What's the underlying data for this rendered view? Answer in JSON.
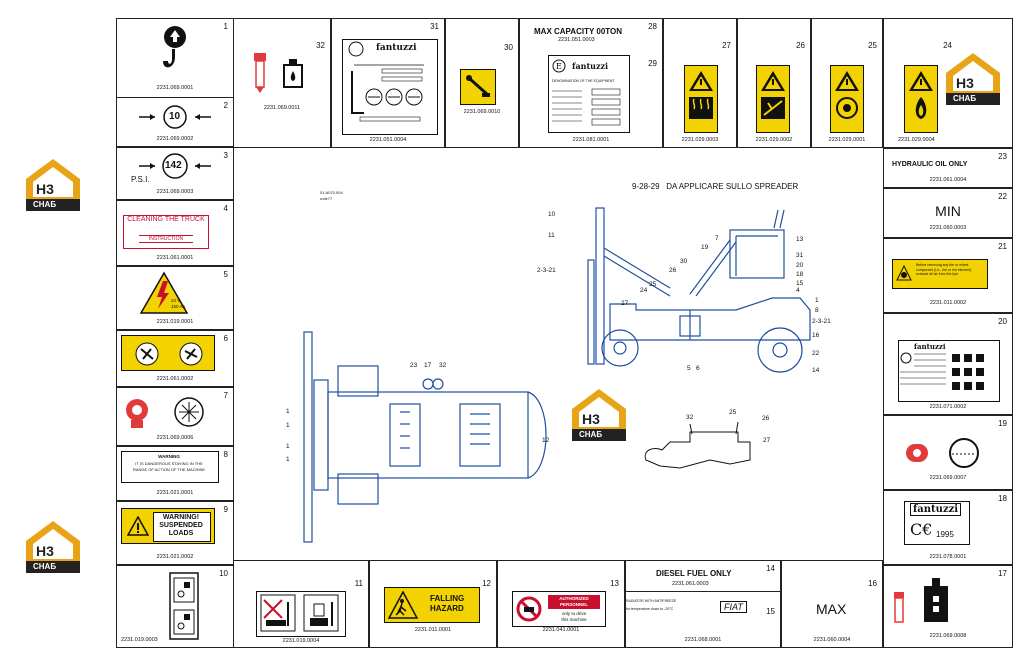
{
  "colors": {
    "accent_yellow": "#f2d200",
    "drawing_blue": "#1f4fa0",
    "logo_gold": "#e8a317",
    "logo_dark": "#222222",
    "warn_red": "#c8102e"
  },
  "brand": {
    "fantuzzi": "fantuzzi",
    "logo_top": "H3",
    "logo_bottom": "СНАБ",
    "ce_year": "1995"
  },
  "left": [
    {
      "num": "1",
      "code": "2231.069.0001",
      "icon": "hook-icon"
    },
    {
      "num": "2",
      "code": "2231.069.0002",
      "gauge": "10"
    },
    {
      "num": "3",
      "code": "2231.069.0003",
      "gauge": "142",
      "unit": "P.S.I."
    },
    {
      "num": "4",
      "code": "2231.061.0001",
      "title": "CLEANING THE TRUCK",
      "sub": "INSTRUCTION"
    },
    {
      "num": "5",
      "code": "2231.019.0001",
      "v1": "24 V.",
      "v2": "150 Ah."
    },
    {
      "num": "6",
      "code": "2231.061.0002"
    },
    {
      "num": "7",
      "code": "2231.069.0006"
    },
    {
      "num": "8",
      "code": "2231.021.0001",
      "l1": "WARNING",
      "l2": "IT IS DANGEROUS STAYING IN THE",
      "l3": "RANGE OF ACTION OF THE MACHINE"
    },
    {
      "num": "9",
      "code": "2231.021.0002",
      "l1": "WARNING!",
      "l2": "SUSPENDED",
      "l3": "LOADS"
    },
    {
      "num": "10",
      "code": "2231.019.0003"
    }
  ],
  "top": [
    {
      "num": "32",
      "code": "2231.069.0011"
    },
    {
      "num": "31",
      "code": "2231.051.0004"
    },
    {
      "num": "30",
      "code": "2231.069.0010"
    },
    {
      "num": "28",
      "num2": "29",
      "title": "MAX CAPACITY 00TON",
      "code_top": "2231.051.0003",
      "code": "2231.081.0001",
      "t1": "DENOMINATION OF THE EQUIPMENT"
    },
    {
      "num": "27",
      "code": "2231.029.0003"
    },
    {
      "num": "26",
      "code": "2231.029.0002"
    },
    {
      "num": "25",
      "code": "2231.029.0001"
    },
    {
      "num": "24",
      "code": "2231.029.0004"
    }
  ],
  "right": [
    {
      "num": "23",
      "title": "HYDRAULIC OIL ONLY",
      "code": "2231.061.0004"
    },
    {
      "num": "22",
      "title": "MIN",
      "code": "2231.060.0003"
    },
    {
      "num": "21",
      "code": "2231.011.0002",
      "txt": "Before removing any tire or wheel component (i.e., rim or rim element) exhaust all air from the tyre"
    },
    {
      "num": "20",
      "code": "2231.071.0002"
    },
    {
      "num": "19",
      "code": "2231.069.0007"
    },
    {
      "num": "18",
      "code": "2231.078.0001"
    },
    {
      "num": "17",
      "code": "2231.069.0008"
    }
  ],
  "bottom": [
    {
      "num": "11",
      "code": "2231.019.0004"
    },
    {
      "num": "12",
      "code": "2231.011.0001",
      "l1": "FALLING",
      "l2": "HAZARD"
    },
    {
      "num": "13",
      "code": "2231.041.0001",
      "l1": "AUTHORIZED",
      "l2": "PERSONNEL",
      "l3": "only to drive",
      "l4": "this machine"
    },
    {
      "num": "14",
      "num2": "15",
      "title": "DIESEL FUEL ONLY",
      "code_top": "2231.061.0003",
      "code": "2231.068.0001",
      "t1": "RADIATOR WITH ANTIFREEZE",
      "t2": "for temperature down to -20°C",
      "fiat": "FIAT"
    },
    {
      "num": "16",
      "title": "MAX",
      "code": "2231.060.0004"
    }
  ],
  "center": {
    "header": "9-28-29   DA APPLICARE SULLO SPREADER",
    "small1": "01.A070.004",
    "small2": "note77",
    "callouts_side": [
      "10",
      "11",
      "2-3-21",
      "7",
      "19",
      "30",
      "13",
      "31",
      "20",
      "18",
      "15",
      "4",
      "26",
      "24",
      "25",
      "27",
      "1",
      "8",
      "2-3-21",
      "16",
      "22",
      "5",
      "6",
      "14"
    ],
    "callouts_top": [
      "23",
      "17",
      "32",
      "1",
      "1",
      "1",
      "1",
      "12"
    ],
    "callouts_engine": [
      "32",
      "25",
      "26",
      "27"
    ]
  }
}
